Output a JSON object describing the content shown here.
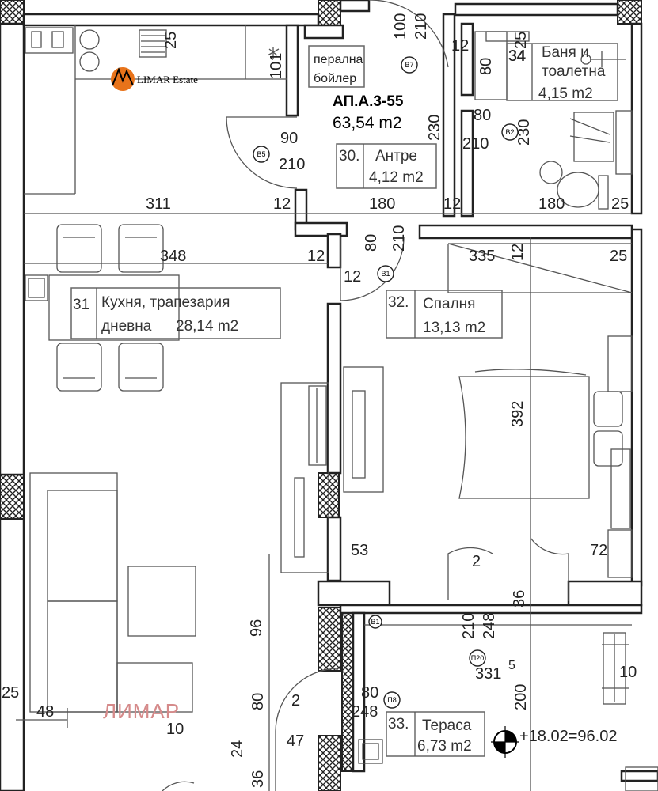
{
  "apartment": {
    "code": "АП.А.3-55",
    "area": "63,54 m2"
  },
  "rooms": [
    {
      "num": "30.",
      "name": "Антре",
      "area": "4,12 m2"
    },
    {
      "num": "31",
      "name1": "Кухня, трапезария",
      "name2": "дневна",
      "area": "28,14 m2"
    },
    {
      "num": "32.",
      "name": "Спалня",
      "area": "13,13 m2"
    },
    {
      "num": "33.",
      "name": "Тераса",
      "area": "6,73 m2"
    }
  ],
  "bath": {
    "num": "34",
    "name1": "Баня и",
    "name2": "тоалетна",
    "area": "4,15 m2"
  },
  "laundry": {
    "line1": "перална",
    "line2": "бойлер"
  },
  "elevation": "+18.02=96.02",
  "logo": {
    "brand": "LIMAR Estate"
  },
  "watermark": "ЛИМАР",
  "door_tags": [
    "B1",
    "B2",
    "B5",
    "B7",
    "П8",
    "П20",
    "B1"
  ],
  "dims": {
    "d100": "100",
    "d210a": "210",
    "d12a": "12",
    "d80a": "80",
    "d25a": "25",
    "d101": "101",
    "d90": "90",
    "d210b": "210",
    "d230a": "230",
    "d80b": "80",
    "d210c": "210",
    "d230b": "230",
    "d311": "311",
    "d12b": "12",
    "d180a": "180",
    "d12c": "12",
    "d180b": "180",
    "d25b": "25",
    "d348": "348",
    "d12d": "12",
    "d80c": "80",
    "d210d": "210",
    "d335": "335",
    "d12e": "12",
    "d25c": "25",
    "d12f": "12",
    "d392": "392",
    "d53": "53",
    "d2a": "2",
    "d72": "72",
    "d36a": "36",
    "d96": "96",
    "d210e": "210",
    "d248a": "248",
    "d331": "331",
    "d5": "5",
    "d80d": "80",
    "d2b": "2",
    "d248b": "248",
    "d200": "200",
    "d10a": "10",
    "d25d": "25",
    "d48": "48",
    "d10b": "10",
    "d80e": "80",
    "d24": "24",
    "d47": "47",
    "d36b": "36",
    "d25e": "25",
    "d34": "34"
  }
}
